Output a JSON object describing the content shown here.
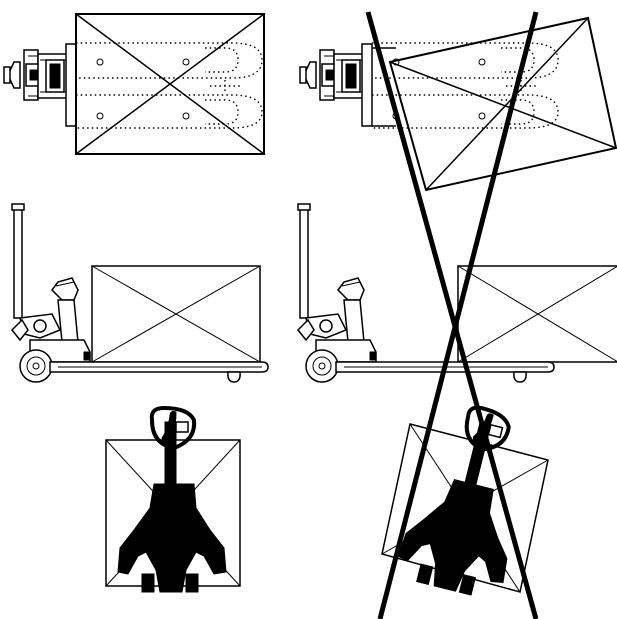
{
  "diagram": {
    "panels": [
      {
        "view": "top",
        "status": "correct"
      },
      {
        "view": "top",
        "status": "incorrect"
      },
      {
        "view": "side",
        "status": "correct"
      },
      {
        "view": "side",
        "status": "incorrect"
      },
      {
        "view": "front",
        "status": "correct"
      },
      {
        "view": "front",
        "status": "incorrect"
      }
    ],
    "colors": {
      "ink": "#000000",
      "paper": "#ffffff"
    }
  }
}
